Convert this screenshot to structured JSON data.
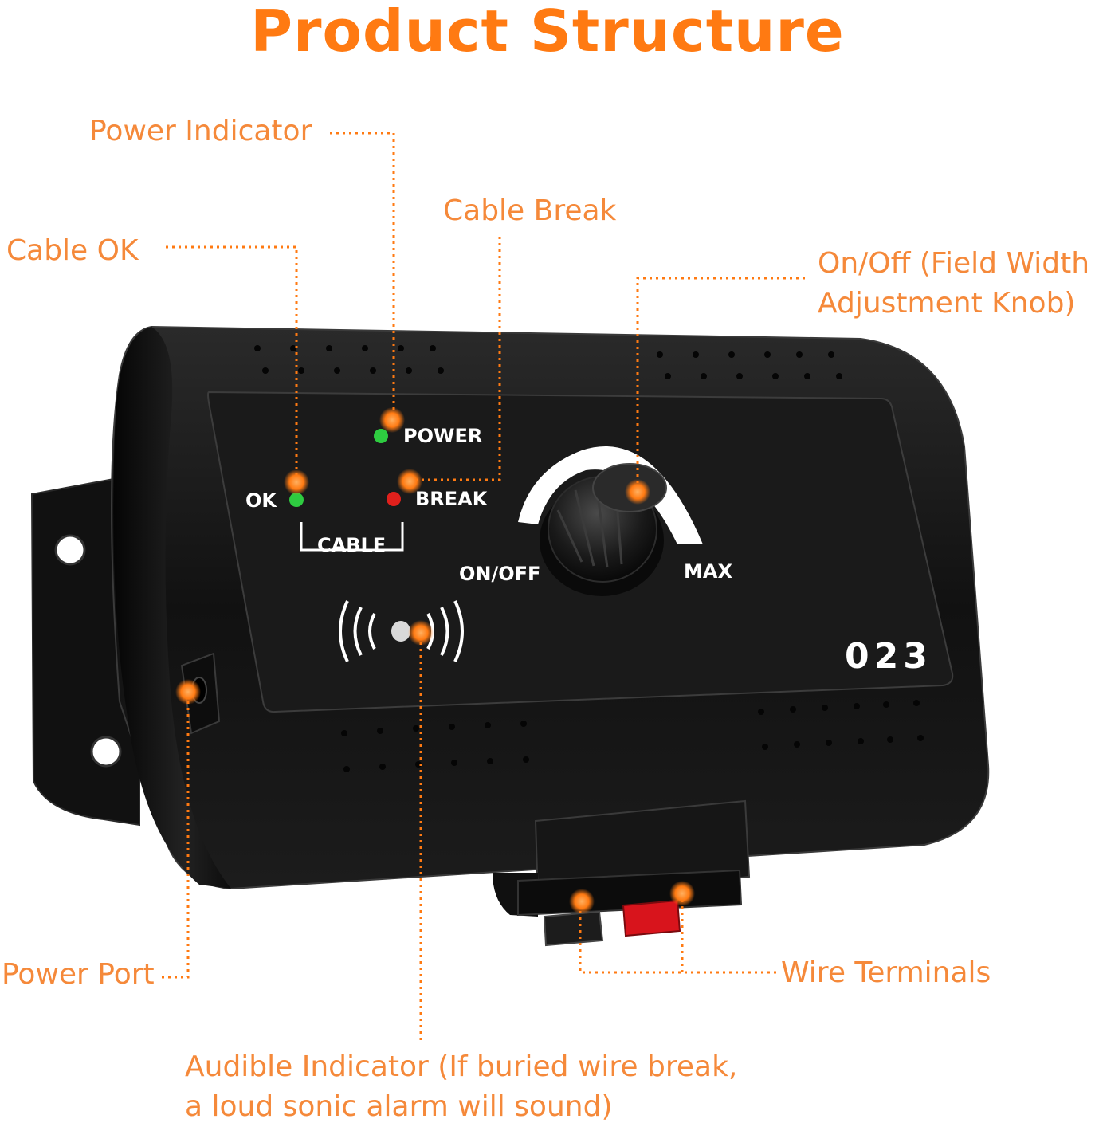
{
  "title": "Product Structure",
  "callouts": {
    "power_indicator": "Power Indicator",
    "cable_break": "Cable Break",
    "cable_ok": "Cable OK",
    "onoff_line1": "On/Off (Field Width",
    "onoff_line2": "Adjustment Knob)",
    "power_port": "Power Port",
    "wire_terminals": "Wire Terminals",
    "audible_line1": "Audible Indicator (If buried wire break,",
    "audible_line2": "a loud sonic alarm will sound)"
  },
  "panel": {
    "power": "POWER",
    "ok": "OK",
    "break": "BREAK",
    "cable": "CABLE",
    "onoff": "ON/OFF",
    "max": "MAX",
    "model": "023"
  },
  "colors": {
    "accent": "#ff7a12",
    "callout_text": "#f5893a",
    "device_body": "#151515",
    "led_green": "#2ecc40",
    "led_red": "#e0201c",
    "terminal_red": "#d8141c"
  }
}
